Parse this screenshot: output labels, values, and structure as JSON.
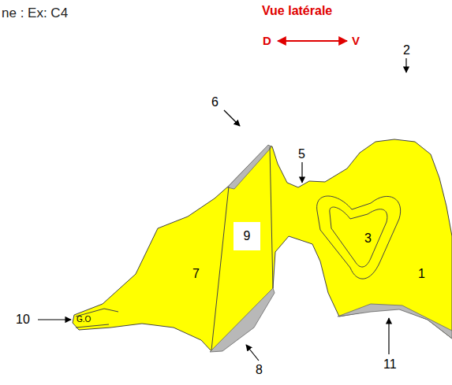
{
  "diagram": {
    "title": "Vue latérale",
    "nodes": [
      {
        "text": [
          "9"
        ]
      }
    ],
    "labels": [
      "ne : Ex: C4",
      "D",
      "V",
      "2",
      "6",
      "5",
      "3",
      "7",
      "1",
      "10",
      "G.O",
      "8",
      "11"
    ]
  }
}
